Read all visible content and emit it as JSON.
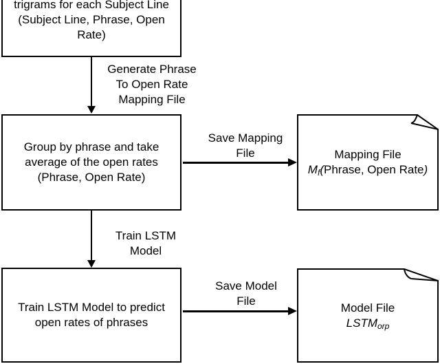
{
  "colors": {
    "background": "#ffffff",
    "stroke": "#000000",
    "text": "#000000"
  },
  "nodes": {
    "box_top": {
      "lines": [
        "trigrams for each Subject Line",
        "(Subject Line, Phrase, Open",
        "Rate)"
      ]
    },
    "box_group": {
      "lines": [
        "Group by phrase and take",
        "average of the open rates",
        "(Phrase, Open Rate)"
      ]
    },
    "box_train": {
      "lines": [
        "Train LSTM Model to predict",
        "open rates of phrases"
      ]
    },
    "doc_mapping": {
      "title": "Mapping File",
      "formula": {
        "base": "M",
        "sub": "f",
        "open_paren": "(",
        "body": "Phrase, Open Rate",
        "close_paren": ")"
      }
    },
    "doc_model": {
      "title": "Model File",
      "formula": {
        "base": "LSTM",
        "sub": "orp"
      }
    }
  },
  "edges": {
    "generate_mapping": {
      "lines": [
        "Generate Phrase",
        "To Open Rate",
        "Mapping File"
      ]
    },
    "save_mapping": {
      "lines": [
        "Save Mapping",
        "File"
      ]
    },
    "train_lstm": {
      "lines": [
        "Train LSTM",
        "Model"
      ]
    },
    "save_model": {
      "lines": [
        "Save Model",
        "File"
      ]
    }
  }
}
